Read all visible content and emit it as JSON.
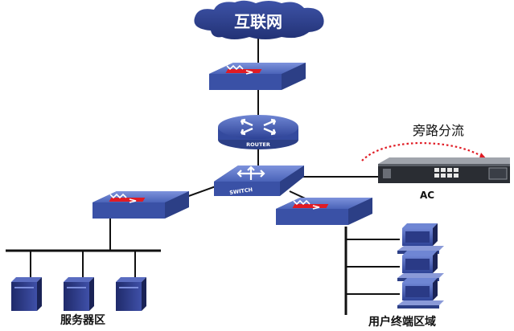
{
  "diagram": {
    "cloud_label": "互联网",
    "router_label": "ROUTER",
    "switch_label": "SWITCH",
    "bypass_label": "旁路分流",
    "ac_label": "AC",
    "server_area_label": "服务器区",
    "user_area_label": "用户终端区域"
  },
  "colors": {
    "device_blue": "#4a63b8",
    "device_dark": "#2c3f86",
    "cloud": "#2e3f8c",
    "accent_red": "#e01b24",
    "line": "#111111"
  }
}
